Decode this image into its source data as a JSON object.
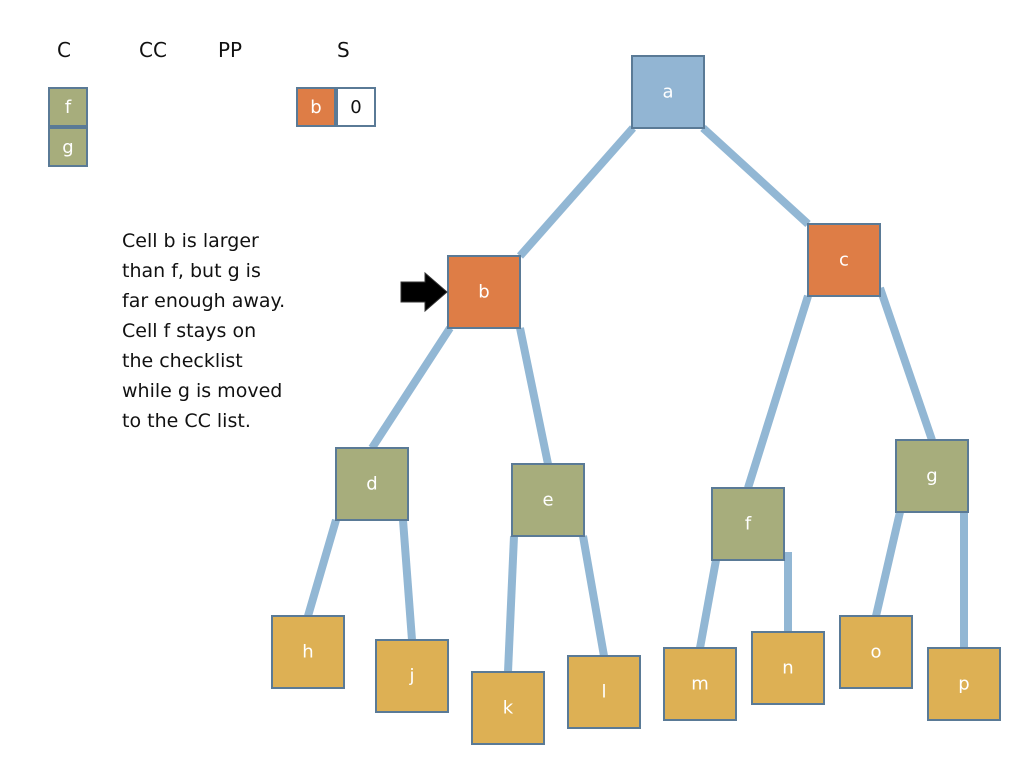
{
  "headers": {
    "c": "C",
    "cc": "CC",
    "pp": "PP",
    "s": "S"
  },
  "checklist": [
    "f",
    "g"
  ],
  "s_stack": {
    "key": "b",
    "value": "0"
  },
  "caption_lines": [
    "Cell b is larger",
    "than f, but g is",
    "far enough away.",
    "Cell f stays on",
    "the checklist",
    "while g is moved",
    "to the CC list."
  ],
  "tree": {
    "nodes": {
      "a": "a",
      "b": "b",
      "c": "c",
      "d": "d",
      "e": "e",
      "f": "f",
      "g": "g",
      "h": "h",
      "j": "j",
      "k": "k",
      "l": "l",
      "m": "m",
      "n": "n",
      "o": "o",
      "p": "p"
    }
  },
  "colors": {
    "root": "#92b5d3",
    "current": "#de7d46",
    "internal": "#a7ad7c",
    "leaf": "#ddb054",
    "edge": "#92b7d4",
    "border": "#5a7a96",
    "arrow": "#000000"
  },
  "icons": {
    "pointer": "arrow-right-icon"
  }
}
